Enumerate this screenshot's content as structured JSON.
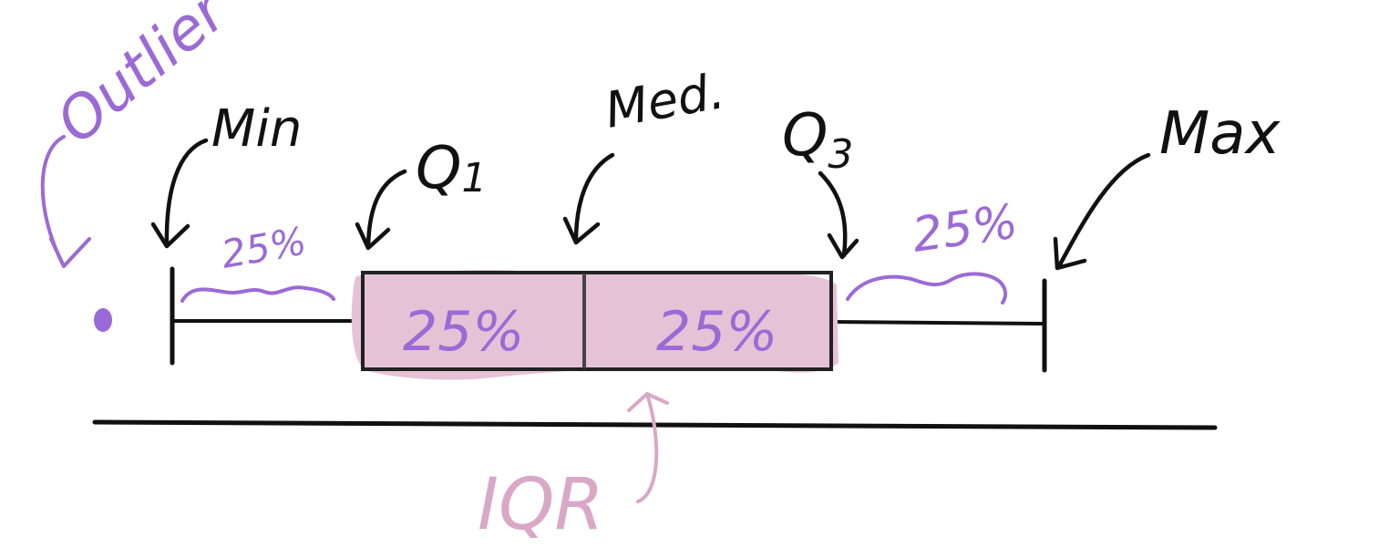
{
  "labels": {
    "outlier": "Outlier",
    "min": "Min",
    "q1": "Q",
    "q1_sub": "1",
    "median": "Med.",
    "q3": "Q",
    "q3_sub": "3",
    "max": "Max",
    "whisker_left_pct": "25%",
    "box_left_pct": "25%",
    "box_right_pct": "25%",
    "whisker_right_pct": "25%",
    "iqr": "IQR"
  },
  "colors": {
    "ink": "#111111",
    "purple": "#9b6ad6",
    "pink_fill": "#e6c2d6",
    "pink_text": "#d9a8c7"
  }
}
